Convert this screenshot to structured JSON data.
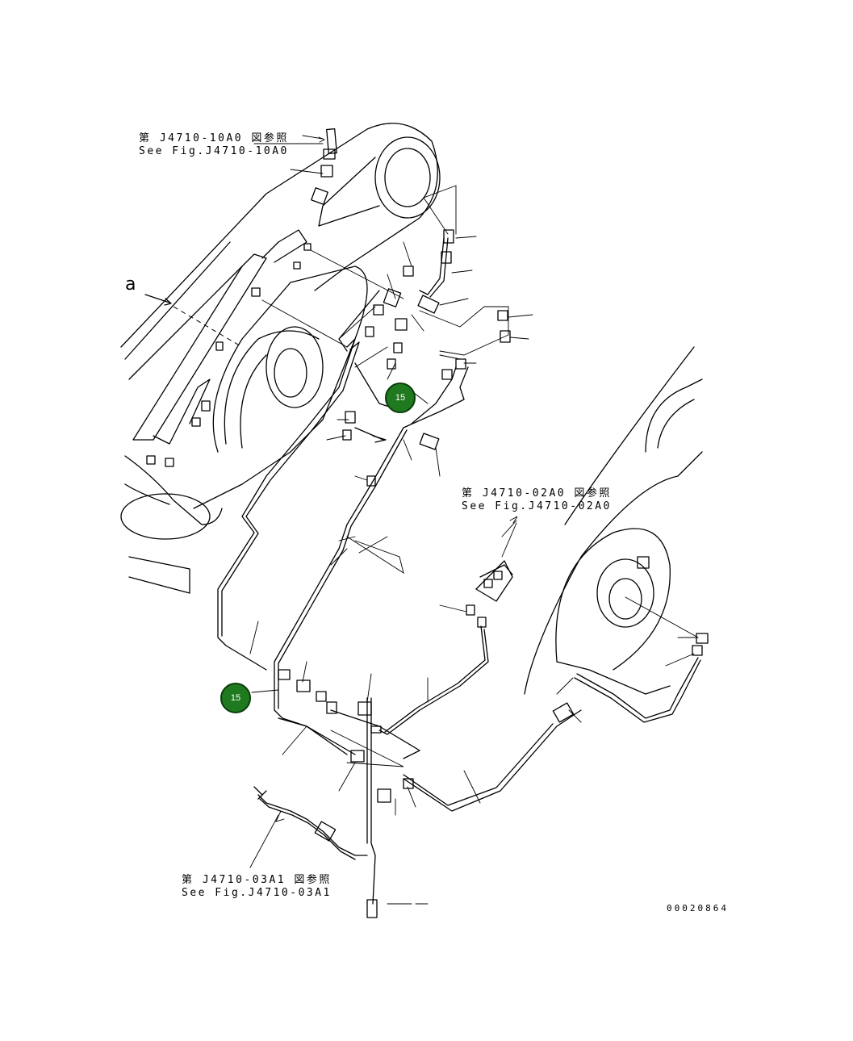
{
  "references": {
    "ref1": {
      "jp": "第 J4710-10A0 図参照",
      "en": "See Fig.J4710-10A0"
    },
    "ref2": {
      "jp": "第 J4710-02A0 図参照",
      "en": "See Fig.J4710-02A0"
    },
    "ref3": {
      "jp": "第 J4710-03A1 図参照",
      "en": "See Fig.J4710-03A1"
    }
  },
  "view_marker": "a",
  "callouts": [
    {
      "label": "15"
    },
    {
      "label": "15"
    }
  ],
  "drawing_number": "00020864",
  "colors": {
    "callout_fill": "#1f7a1f",
    "callout_border": "#0b3d0b",
    "line": "#000000"
  }
}
